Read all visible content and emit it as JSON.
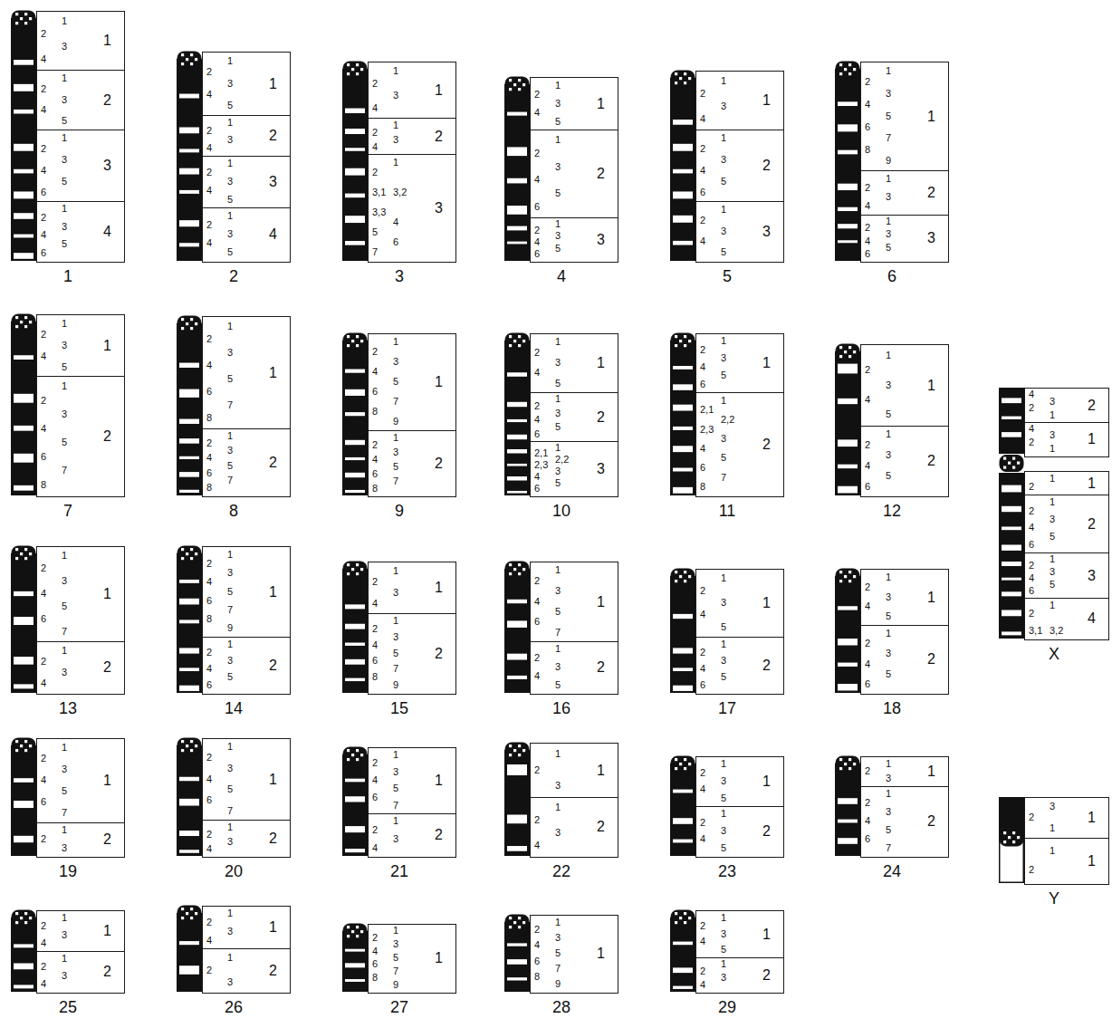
{
  "diagram": {
    "nodes": [
      {
        "text": [
          "1"
        ]
      },
      {
        "text": [
          "1",
          "1",
          "2",
          "3",
          "4"
        ],
        "in": 0
      },
      {
        "text": [
          "2",
          "1",
          "2",
          "3",
          "4",
          "5"
        ],
        "in": 0
      },
      {
        "text": [
          "3",
          "1",
          "2",
          "3",
          "4",
          "5",
          "6"
        ],
        "in": 0
      },
      {
        "text": [
          "4",
          "1",
          "2",
          "3",
          "4",
          "5",
          "6"
        ],
        "in": 0
      },
      {
        "text": [
          "2"
        ]
      },
      {
        "text": [
          "1",
          "1",
          "2",
          "3",
          "4",
          "5"
        ],
        "in": 5
      },
      {
        "text": [
          "2",
          "1",
          "2",
          "3",
          "4"
        ],
        "in": 5
      },
      {
        "text": [
          "3",
          "1",
          "2",
          "3",
          "4",
          "5"
        ],
        "in": 5
      },
      {
        "text": [
          "4",
          "1",
          "2",
          "3",
          "4",
          "5"
        ],
        "in": 5
      },
      {
        "text": [
          "3"
        ]
      },
      {
        "text": [
          "1",
          "1",
          "2",
          "3",
          "4"
        ],
        "in": 10
      },
      {
        "text": [
          "2",
          "1",
          "2",
          "3",
          "4"
        ],
        "in": 10
      },
      {
        "text": [
          "3",
          "1",
          "2",
          "3,1",
          "3,2",
          "3,3",
          "4",
          "5",
          "6",
          "7"
        ],
        "in": 10
      },
      {
        "text": [
          "4"
        ]
      },
      {
        "text": [
          "1",
          "1",
          "2",
          "3",
          "4",
          "5"
        ],
        "in": 14
      },
      {
        "text": [
          "2",
          "1",
          "2",
          "3",
          "4",
          "5",
          "6"
        ],
        "in": 14
      },
      {
        "text": [
          "3",
          "1",
          "2",
          "3",
          "4",
          "5",
          "6"
        ],
        "in": 14
      },
      {
        "text": [
          "5"
        ]
      },
      {
        "text": [
          "1",
          "1",
          "2",
          "3",
          "4"
        ],
        "in": 18
      },
      {
        "text": [
          "2",
          "1",
          "2",
          "3",
          "4",
          "5",
          "6"
        ],
        "in": 18
      },
      {
        "text": [
          "3",
          "1",
          "2",
          "3",
          "4",
          "5"
        ],
        "in": 18
      },
      {
        "text": [
          "6"
        ]
      },
      {
        "text": [
          "1",
          "1",
          "2",
          "3",
          "4",
          "5",
          "6",
          "7",
          "8",
          "9"
        ],
        "in": 22
      },
      {
        "text": [
          "2",
          "1",
          "2",
          "3",
          "4"
        ],
        "in": 22
      },
      {
        "text": [
          "3",
          "1",
          "2",
          "3",
          "4",
          "5",
          "6"
        ],
        "in": 22
      },
      {
        "text": [
          "7"
        ]
      },
      {
        "text": [
          "1",
          "1",
          "2",
          "3",
          "4",
          "5"
        ],
        "in": 26
      },
      {
        "text": [
          "2",
          "1",
          "2",
          "3",
          "4",
          "5",
          "6",
          "7",
          "8"
        ],
        "in": 26
      },
      {
        "text": [
          "8"
        ]
      },
      {
        "text": [
          "1",
          "1",
          "2",
          "3",
          "4",
          "5",
          "6",
          "7",
          "8"
        ],
        "in": 29
      },
      {
        "text": [
          "2",
          "1",
          "2",
          "3",
          "4",
          "5",
          "6",
          "7",
          "8"
        ],
        "in": 29
      },
      {
        "text": [
          "9"
        ]
      },
      {
        "text": [
          "1",
          "1",
          "2",
          "3",
          "4",
          "5",
          "6",
          "7",
          "8",
          "9"
        ],
        "in": 32
      },
      {
        "text": [
          "2",
          "1",
          "2",
          "3",
          "4",
          "5",
          "6",
          "7",
          "8"
        ],
        "in": 32
      },
      {
        "text": [
          "10"
        ]
      },
      {
        "text": [
          "1",
          "1",
          "2",
          "3",
          "4",
          "5"
        ],
        "in": 35
      },
      {
        "text": [
          "2",
          "1",
          "2",
          "3",
          "4",
          "5",
          "6"
        ],
        "in": 35
      },
      {
        "text": [
          "3",
          "1",
          "2,1",
          "2,2",
          "2,3",
          "3",
          "4",
          "5",
          "6"
        ],
        "in": 35
      },
      {
        "text": [
          "11"
        ]
      },
      {
        "text": [
          "1",
          "1",
          "2",
          "3",
          "4",
          "5",
          "6"
        ],
        "in": 39
      },
      {
        "text": [
          "2",
          "1",
          "2,1",
          "2,2",
          "2,3",
          "3",
          "4",
          "5",
          "6",
          "7",
          "8"
        ],
        "in": 39
      },
      {
        "text": [
          "12"
        ]
      },
      {
        "text": [
          "1",
          "1",
          "2",
          "3",
          "4",
          "5"
        ],
        "in": 42
      },
      {
        "text": [
          "2",
          "1",
          "2",
          "3",
          "4",
          "5",
          "6"
        ],
        "in": 42
      },
      {
        "text": [
          "13"
        ]
      },
      {
        "text": [
          "1",
          "1",
          "2",
          "3",
          "4",
          "5",
          "6",
          "7"
        ],
        "in": 45
      },
      {
        "text": [
          "2",
          "1",
          "2",
          "3",
          "4"
        ],
        "in": 45
      },
      {
        "text": [
          "14"
        ]
      },
      {
        "text": [
          "1",
          "1",
          "2",
          "3",
          "4",
          "5",
          "6",
          "7",
          "8",
          "9"
        ],
        "in": 48
      },
      {
        "text": [
          "2",
          "1",
          "2",
          "3",
          "4",
          "5",
          "6"
        ],
        "in": 48
      },
      {
        "text": [
          "15"
        ]
      },
      {
        "text": [
          "1",
          "1",
          "2",
          "3",
          "4"
        ],
        "in": 51
      },
      {
        "text": [
          "2",
          "1",
          "2",
          "3",
          "4",
          "5",
          "6",
          "7",
          "8",
          "9"
        ],
        "in": 51
      },
      {
        "text": [
          "16"
        ]
      },
      {
        "text": [
          "1",
          "1",
          "2",
          "3",
          "4",
          "5",
          "6",
          "7"
        ],
        "in": 54
      },
      {
        "text": [
          "2",
          "1",
          "2",
          "3",
          "4",
          "5"
        ],
        "in": 54
      },
      {
        "text": [
          "17"
        ]
      },
      {
        "text": [
          "1",
          "1",
          "2",
          "3",
          "4",
          "5"
        ],
        "in": 57
      },
      {
        "text": [
          "2",
          "1",
          "2",
          "3",
          "4",
          "5",
          "6"
        ],
        "in": 57
      },
      {
        "text": [
          "18"
        ]
      },
      {
        "text": [
          "1",
          "1",
          "2",
          "3",
          "4",
          "5"
        ],
        "in": 60
      },
      {
        "text": [
          "2",
          "1",
          "2",
          "3",
          "4",
          "5",
          "6"
        ],
        "in": 60
      },
      {
        "text": [
          "19"
        ]
      },
      {
        "text": [
          "1",
          "1",
          "2",
          "3",
          "4",
          "5",
          "6",
          "7"
        ],
        "in": 63
      },
      {
        "text": [
          "2",
          "1",
          "2",
          "3"
        ],
        "in": 63
      },
      {
        "text": [
          "20"
        ]
      },
      {
        "text": [
          "1",
          "1",
          "2",
          "3",
          "4",
          "5",
          "6",
          "7"
        ],
        "in": 66
      },
      {
        "text": [
          "2",
          "1",
          "2",
          "3",
          "4"
        ],
        "in": 66
      },
      {
        "text": [
          "21"
        ]
      },
      {
        "text": [
          "1",
          "1",
          "2",
          "3",
          "4",
          "5",
          "6",
          "7"
        ],
        "in": 69
      },
      {
        "text": [
          "2",
          "1",
          "2",
          "3",
          "4"
        ],
        "in": 69
      },
      {
        "text": [
          "22"
        ]
      },
      {
        "text": [
          "1",
          "1",
          "2",
          "3"
        ],
        "in": 72
      },
      {
        "text": [
          "2",
          "1",
          "2",
          "3",
          "4"
        ],
        "in": 72
      },
      {
        "text": [
          "23"
        ]
      },
      {
        "text": [
          "1",
          "1",
          "2",
          "3",
          "4",
          "5"
        ],
        "in": 75
      },
      {
        "text": [
          "2",
          "1",
          "2",
          "3",
          "4",
          "5"
        ],
        "in": 75
      },
      {
        "text": [
          "24"
        ]
      },
      {
        "text": [
          "1",
          "1",
          "2",
          "3"
        ],
        "in": 78
      },
      {
        "text": [
          "2",
          "1",
          "2",
          "3",
          "4",
          "5",
          "6",
          "7"
        ],
        "in": 78
      },
      {
        "text": [
          "25"
        ]
      },
      {
        "text": [
          "1",
          "1",
          "2",
          "3",
          "4"
        ],
        "in": 81
      },
      {
        "text": [
          "2",
          "1",
          "2",
          "3",
          "4"
        ],
        "in": 81
      },
      {
        "text": [
          "26"
        ]
      },
      {
        "text": [
          "1",
          "1",
          "2",
          "3",
          "4"
        ],
        "in": 84
      },
      {
        "text": [
          "2",
          "1",
          "2",
          "3"
        ],
        "in": 84
      },
      {
        "text": [
          "27"
        ]
      },
      {
        "text": [
          "1",
          "1",
          "2",
          "3",
          "4",
          "5",
          "6",
          "7",
          "8",
          "9"
        ],
        "in": 87
      },
      {
        "text": [
          "28"
        ]
      },
      {
        "text": [
          "1",
          "1",
          "2",
          "3",
          "4",
          "5",
          "6",
          "7",
          "8",
          "9"
        ],
        "in": 89
      },
      {
        "text": [
          "29"
        ]
      },
      {
        "text": [
          "1",
          "1",
          "2",
          "3",
          "4",
          "5"
        ],
        "in": 91
      },
      {
        "text": [
          "2",
          "1",
          "2",
          "3",
          "4"
        ],
        "in": 91
      },
      {
        "text": [
          "X"
        ]
      },
      {
        "text": [
          "2",
          "4",
          "3",
          "2",
          "1"
        ],
        "in": 94
      },
      {
        "text": [
          "1",
          "4",
          "3",
          "2",
          "1"
        ],
        "in": 94
      },
      {
        "text": [
          "1",
          "1",
          "2"
        ],
        "in": 94
      },
      {
        "text": [
          "2",
          "1",
          "2",
          "3",
          "4",
          "5",
          "6"
        ],
        "in": 94
      },
      {
        "text": [
          "3",
          "1",
          "2",
          "3",
          "4",
          "5",
          "6"
        ],
        "in": 94
      },
      {
        "text": [
          "4",
          "1",
          "2",
          "3,1",
          "3,2"
        ],
        "in": 94
      },
      {
        "text": [
          "Y"
        ]
      },
      {
        "text": [
          "1",
          "3",
          "2",
          "1"
        ],
        "in": 101
      },
      {
        "text": [
          "1",
          "1",
          "2"
        ],
        "in": 101
      }
    ]
  }
}
